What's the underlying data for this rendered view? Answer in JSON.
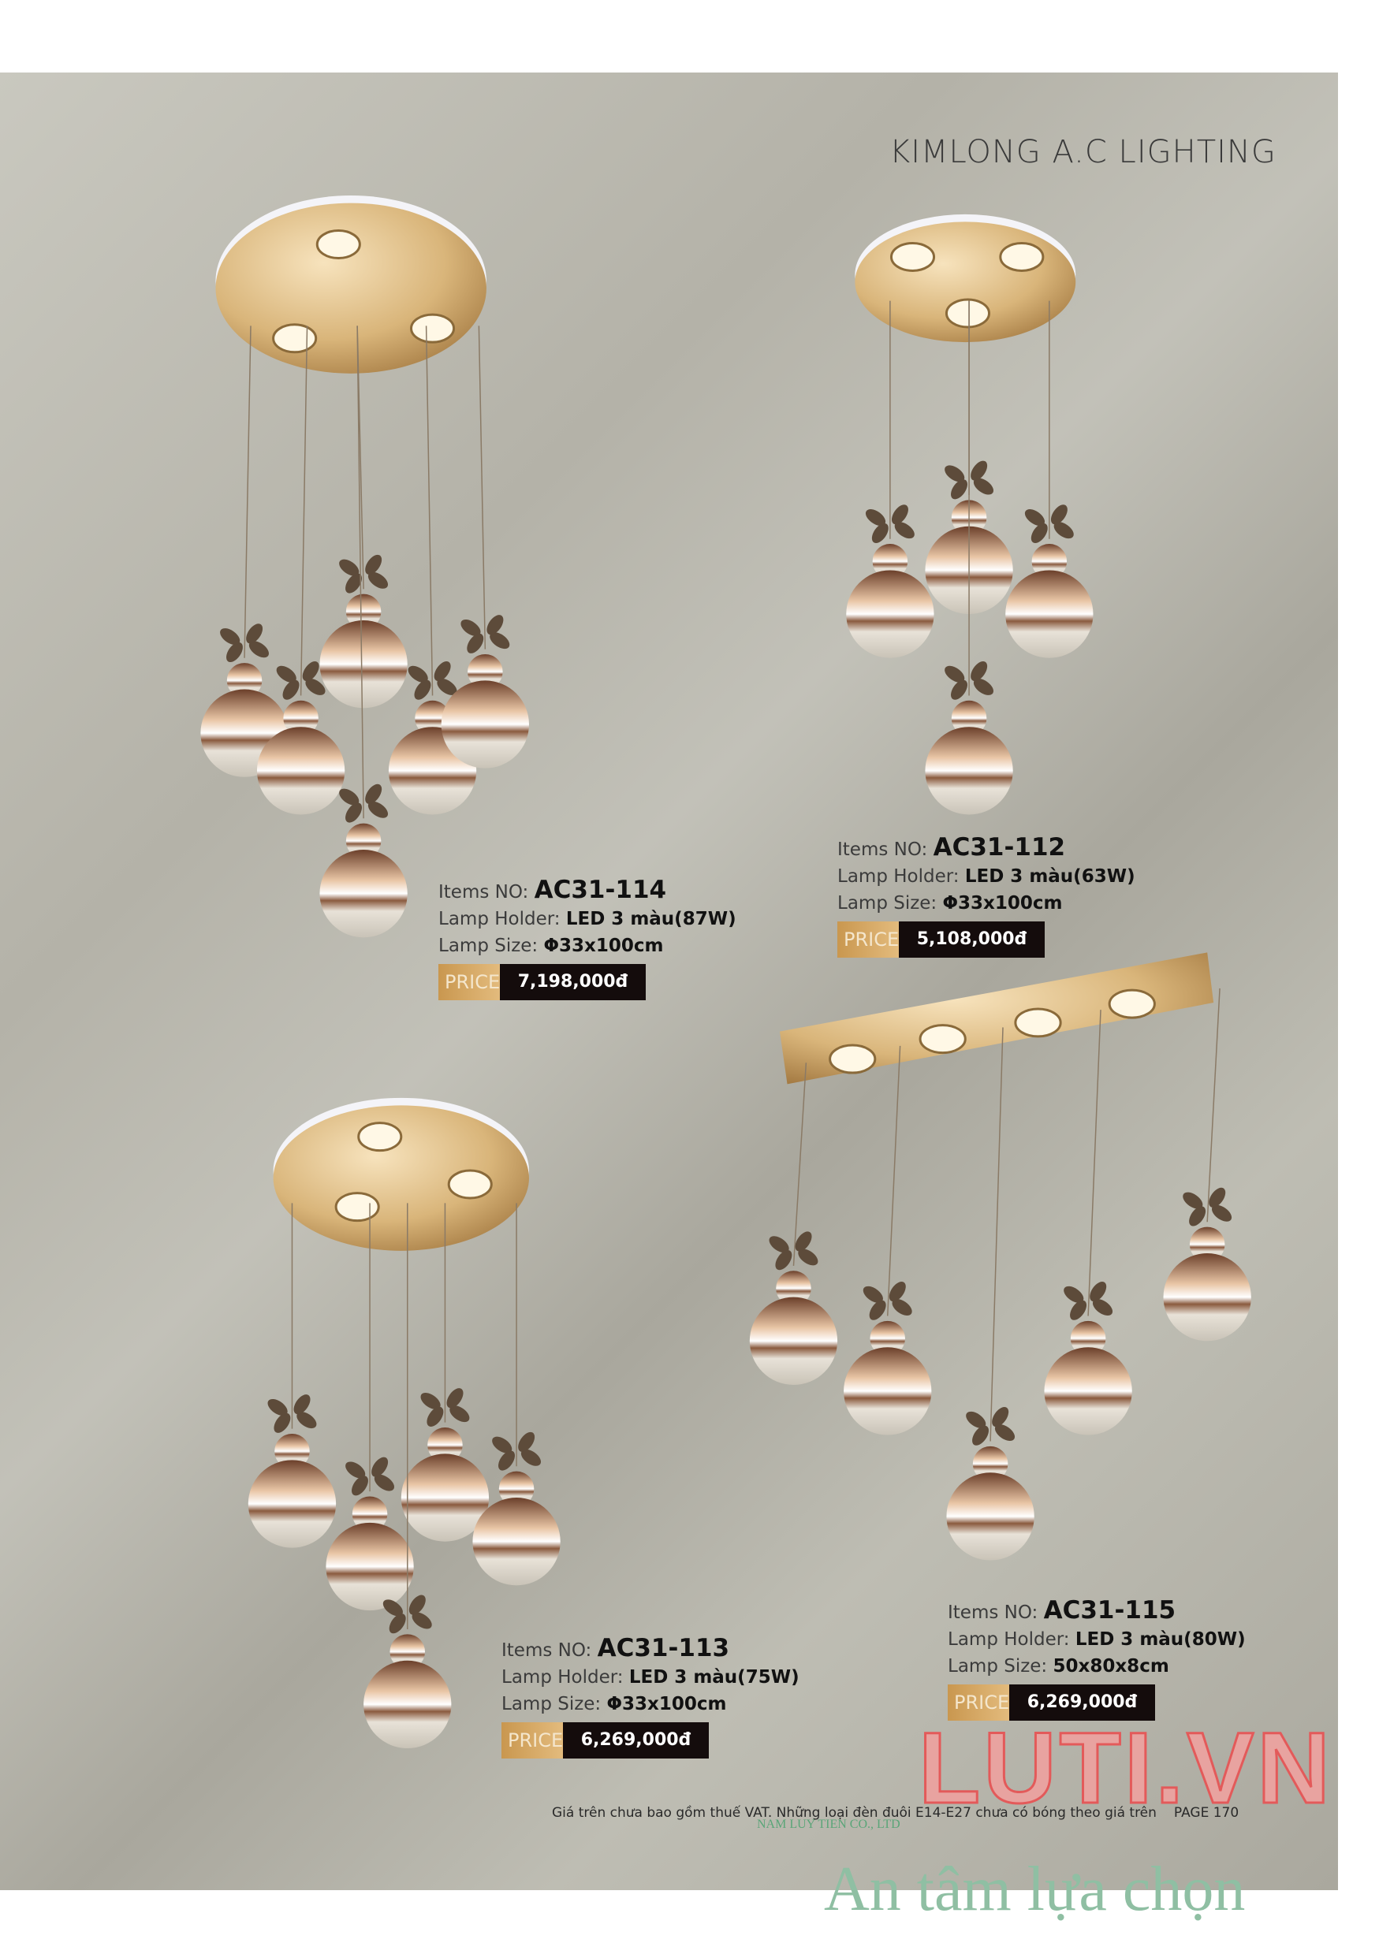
{
  "brand": "KIMLONG A.C LIGHTING",
  "labels": {
    "items_no": "Items NO:",
    "lamp_holder": "Lamp Holder:",
    "lamp_size": "Lamp Size:",
    "price": "PRICE"
  },
  "products": [
    {
      "item": "AC31-114",
      "holder": "LED 3 màu(87W)",
      "size": "Φ33x100cm",
      "price": "7,198,000đ"
    },
    {
      "item": "AC31-112",
      "holder": "LED 3 màu(63W)",
      "size": "Φ33x100cm",
      "price": "5,108,000đ"
    },
    {
      "item": "AC31-113",
      "holder": "LED 3 màu(75W)",
      "size": "Φ33x100cm",
      "price": "6,269,000đ"
    },
    {
      "item": "AC31-115",
      "holder": "LED 3 màu(80W)",
      "size": "50x80x8cm",
      "price": "6,269,000đ"
    }
  ],
  "footer": {
    "note": "Giá trên chưa bao gồm thuế VAT. Những loại đèn đuôi E14-E27 chưa có bóng theo giá trên",
    "page": "PAGE 170"
  },
  "watermark": {
    "site": "LUTI.VN",
    "company": "NAM LUY TIEN CO., LTD",
    "slogan": "An tâm lựa chọn"
  },
  "colors": {
    "gold": "#d9b57a",
    "price_bg": "#140c0c",
    "watermark_red": "#e35a5a",
    "watermark_green": "#8fbfa3"
  }
}
